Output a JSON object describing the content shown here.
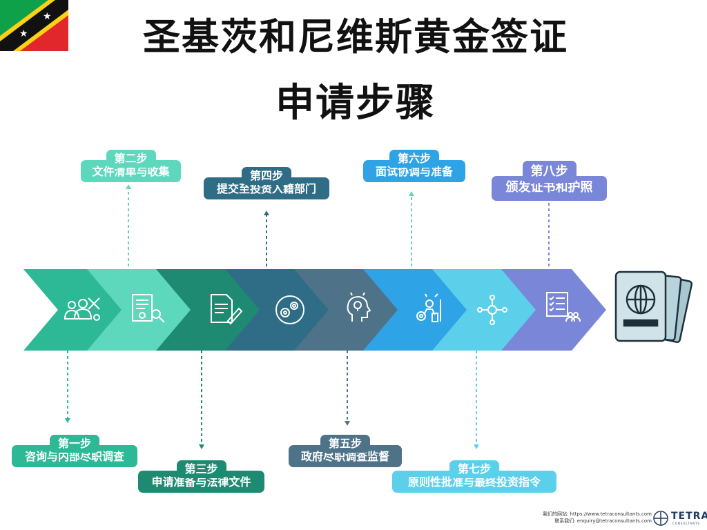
{
  "title": {
    "line1": "圣基茨和尼维斯黄金签证",
    "line2": "申请步骤"
  },
  "colors": {
    "s1": "#2db896",
    "s2": "#5dd8bd",
    "s3": "#1f8a72",
    "s4": "#2e6d85",
    "s5": "#4e7388",
    "s6": "#2ea3e6",
    "s7": "#5cd0ea",
    "s8": "#7a86d8"
  },
  "steps": [
    {
      "step": "第一步",
      "label": "咨询与内部尽职调查",
      "icon": "team-gear-icon"
    },
    {
      "step": "第二步",
      "label": "文件清单与收集",
      "icon": "document-search-icon"
    },
    {
      "step": "第三步",
      "label": "申请准备与法律文件",
      "icon": "document-edit-icon"
    },
    {
      "step": "第四步",
      "label": "提交至投资入籍部门",
      "icon": "gears-cycle-icon"
    },
    {
      "step": "第五步",
      "label": "政府尽职调查监督",
      "icon": "head-idea-icon"
    },
    {
      "step": "第六步",
      "label": "面试协调与准备",
      "icon": "presenter-gear-icon"
    },
    {
      "step": "第七步",
      "label": "原则性批准与最终投资指令",
      "icon": "network-approval-icon"
    },
    {
      "step": "第八步",
      "label": "颁发证书和护照",
      "icon": "checklist-team-icon"
    }
  ],
  "end_icon": "passport-icon",
  "flag_icon": "saint-kitts-nevis-flag-icon",
  "footer": {
    "website": "我们的网站: https://www.tetraconsultants.com",
    "contact": "联系我们: enquiry@tetraconsultants.com",
    "brand": "TETRA",
    "brand_sub": "CONSULTANTS"
  }
}
